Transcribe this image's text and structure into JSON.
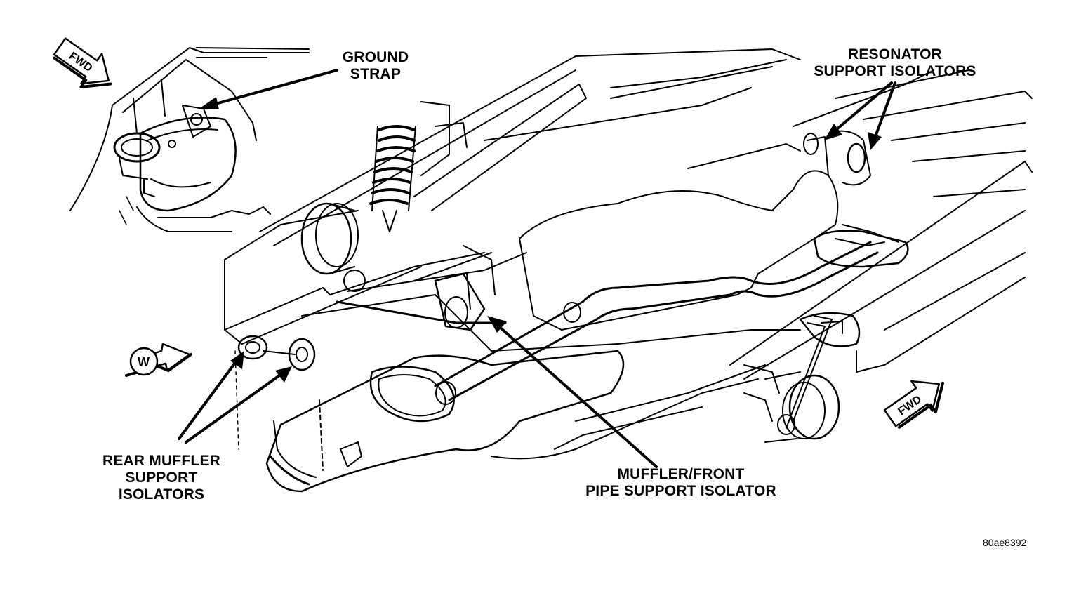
{
  "labels": {
    "ground_strap": [
      "GROUND",
      "STRAP"
    ],
    "resonator_isolators": [
      "RESONATOR",
      "SUPPORT ISOLATORS"
    ],
    "rear_muffler_isolators": [
      "REAR MUFFLER",
      "SUPPORT",
      "ISOLATORS"
    ],
    "muffler_front_pipe_isolator": [
      "MUFFLER/FRONT",
      "PIPE SUPPORT ISOLATOR"
    ]
  },
  "arrows": {
    "fwd_top_left": "FWD",
    "fwd_bottom_right": "FWD",
    "w": "W"
  },
  "figure_code": "80ae8392",
  "colors": {
    "ink": "#000000",
    "paper": "#ffffff"
  }
}
